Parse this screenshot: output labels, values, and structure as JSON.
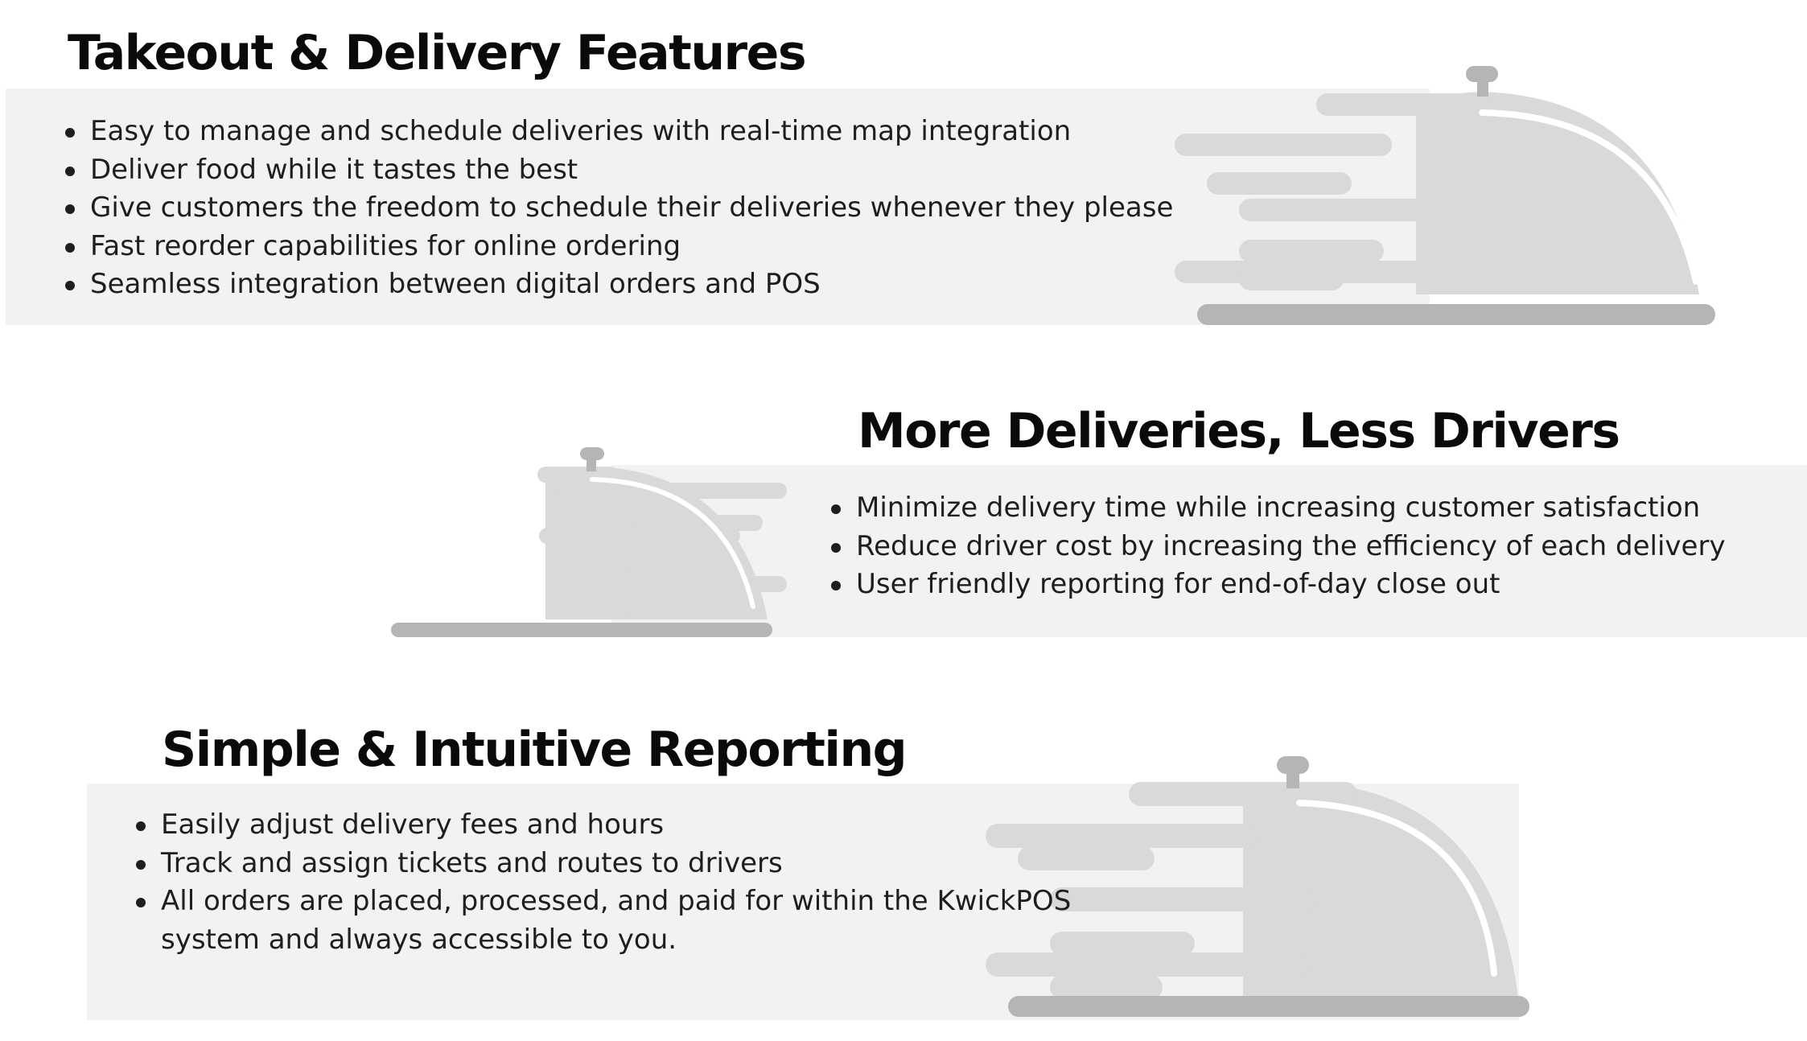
{
  "sections": [
    {
      "heading": "Takeout & Delivery Features",
      "bullets": [
        "Easy to manage and schedule deliveries with real-time map integration",
        "Deliver food while it tastes the best",
        "Give customers the freedom to schedule their deliveries whenever they please",
        "Fast reorder capabilities for online ordering",
        "Seamless integration between digital orders and POS"
      ],
      "illustration": "cloche-icon"
    },
    {
      "heading": "More Deliveries, Less Drivers",
      "bullets": [
        "Minimize delivery time while increasing customer satisfaction",
        "Reduce driver cost by increasing the efficiency of each delivery",
        "User friendly reporting for end-of-day close out"
      ],
      "illustration": "cloche-icon"
    },
    {
      "heading": "Simple & Intuitive Reporting",
      "bullets": [
        "Easily adjust delivery fees and hours",
        "Track and assign tickets and routes to drivers",
        "All orders are placed, processed, and paid for within the KwickPOS system and always accessible to you."
      ],
      "illustration": "cloche-icon"
    }
  ],
  "colors": {
    "band": "#f2f2f2",
    "cloche_body": "#d9d9d9",
    "cloche_dark": "#b5b5b5",
    "text": "#1e1e1e",
    "heading": "#0a0a0a"
  }
}
